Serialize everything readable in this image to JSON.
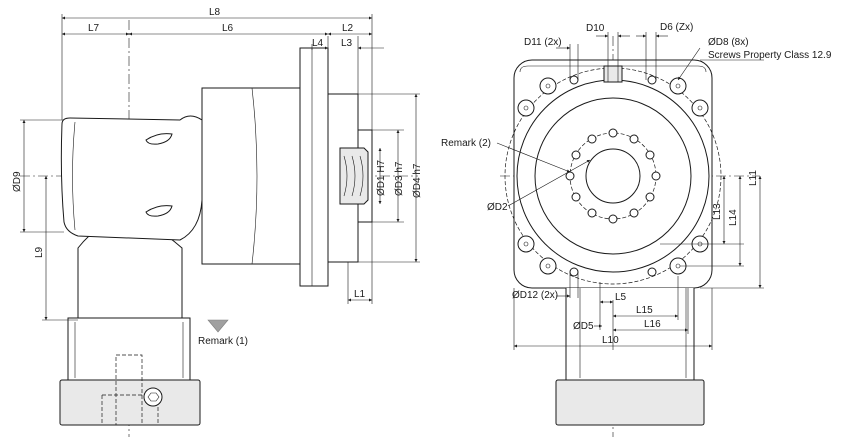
{
  "labels": {
    "L8": "L8",
    "L7": "L7",
    "L6": "L6",
    "L2": "L2",
    "L4": "L4",
    "L3": "L3",
    "L1": "L1",
    "L9": "L9",
    "D9": "ØD9",
    "D1": "ØD1 H7",
    "D3": "ØD3 h7",
    "D4": "ØD4 h7",
    "remark1": "Remark (1)",
    "D10": "D10",
    "D6": "D6 (Zx)",
    "D11": "D11 (2x)",
    "D8": "ØD8 (8x)",
    "screws": "Screws Property Class 12.9",
    "remark2": "Remark (2)",
    "D2": "ØD2",
    "L11": "L11",
    "L13": "L13",
    "L14": "L14",
    "D12": "ØD12 (2x)",
    "L5": "L5",
    "L15": "L15",
    "D5": "ØD5",
    "L16": "L16",
    "L10": "L10"
  }
}
